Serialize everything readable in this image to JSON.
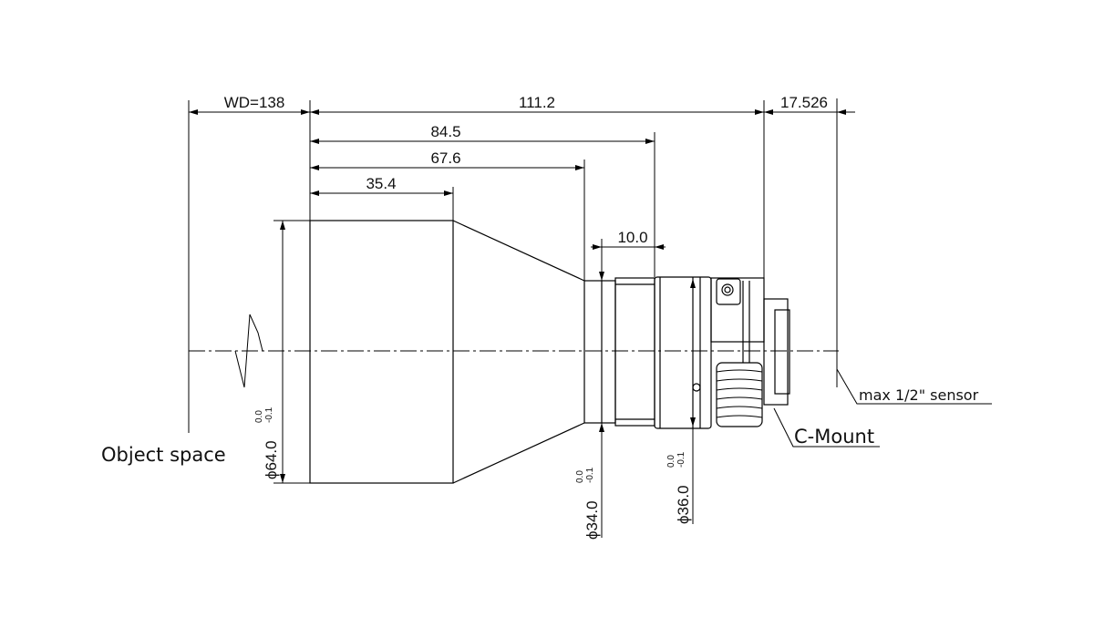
{
  "dimensions": {
    "wd": "WD=138",
    "total_length": "111.2",
    "flange_back": "17.526",
    "d84": "84.5",
    "d67": "67.6",
    "d35": "35.4",
    "d10": "10.0"
  },
  "diameters": {
    "front": {
      "value": "ϕ64.0",
      "tol_upper": "0.0",
      "tol_lower": "-0.1"
    },
    "neck": {
      "value": "ϕ34.0",
      "tol_upper": "0.0",
      "tol_lower": "-0.1"
    },
    "rear": {
      "value": "ϕ36.0",
      "tol_upper": "0.0",
      "tol_lower": "-0.1"
    }
  },
  "labels": {
    "object_space": "Object space",
    "mount": "C-Mount",
    "sensor": "max 1/2\" sensor"
  }
}
